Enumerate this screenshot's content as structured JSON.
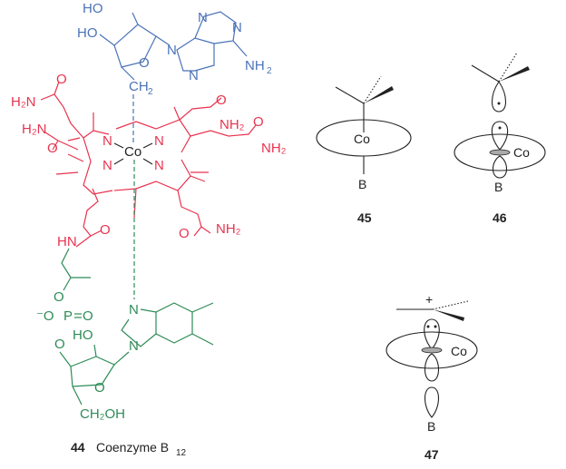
{
  "figure": {
    "compound_44": {
      "number": "44",
      "name": "Coenzyme B",
      "name_subscript": "12",
      "adenosyl_labels": [
        "HO",
        "HO",
        "O",
        "N",
        "N",
        "N",
        "N",
        "NH",
        "2",
        "CH",
        "2"
      ],
      "corrin_labels": {
        "amide_left_top": "H₂N",
        "amide_left_mid": "H₂N",
        "amide_right_top": "NH₂",
        "amide_right_mid": "NH₂",
        "amide_right_bottom": "NH₂",
        "metal": "Co",
        "nitrogen": "N",
        "oxygen": "O",
        "linker_nh": "HN"
      },
      "nucleotide_labels": {
        "phosphate_o_minus": "⁻O",
        "phosphorus": "P",
        "oxygen": "O",
        "hydroxyl": "HO",
        "ch2oh": "CH₂OH",
        "nitrogen": "N"
      },
      "colors": {
        "adenosyl": "#4a72b8",
        "corrin": "#e8334f",
        "nucleotide": "#2e8b57",
        "cobalt": "#222222"
      }
    },
    "compound_45": {
      "number": "45",
      "metal": "Co",
      "base": "B"
    },
    "compound_46": {
      "number": "46",
      "metal": "Co",
      "base": "B"
    },
    "compound_47": {
      "number": "47",
      "metal": "Co",
      "base": "B",
      "charge": "+"
    }
  }
}
